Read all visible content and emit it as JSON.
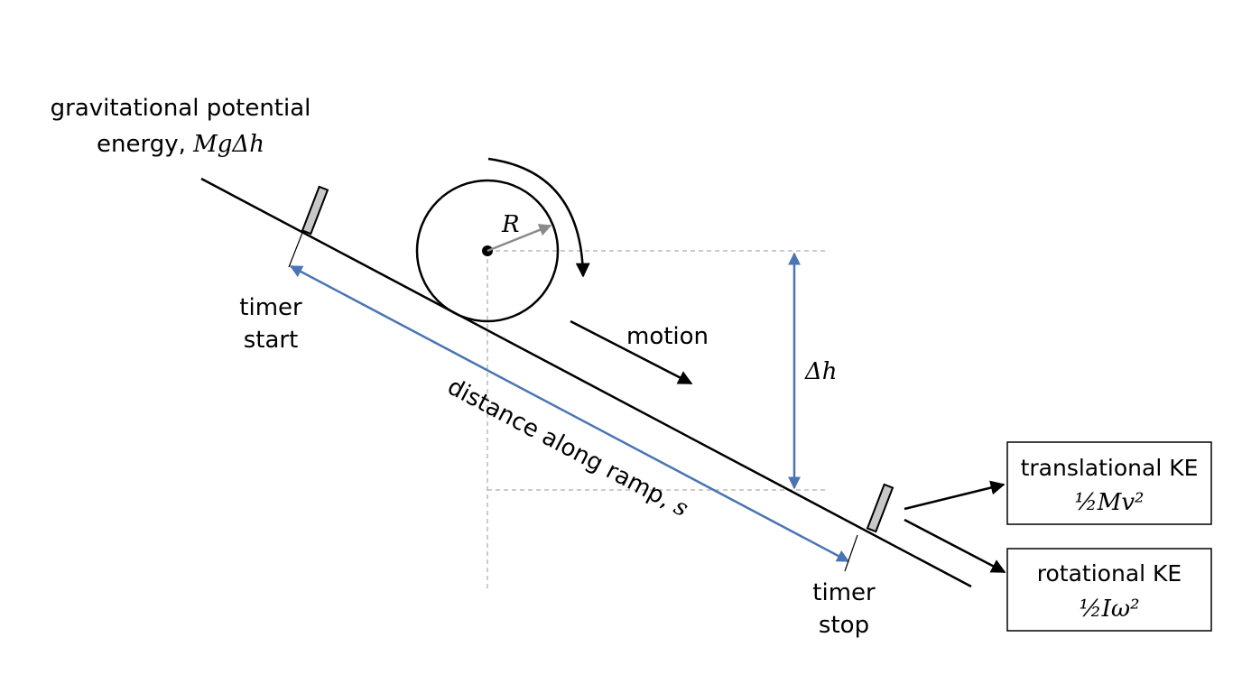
{
  "labels": {
    "gpe_line1": "gravitational potential",
    "gpe_line2_prefix": "energy, ",
    "gpe_line2_math": "MgΔh",
    "radius": "R",
    "motion": "motion",
    "delta_h": "Δh",
    "timer_start_line1": "timer",
    "timer_start_line2": "start",
    "timer_stop_line1": "timer",
    "timer_stop_line2": "stop",
    "distance_prefix": "distance along ramp, ",
    "distance_math": "s"
  },
  "boxes": {
    "translational_title": "translational KE",
    "translational_formula": "½Mv²",
    "rotational_title": "rotational KE",
    "rotational_formula": "½Iω²"
  },
  "colors": {
    "ramp": "#000000",
    "measure_arrow": "#4a74b4",
    "radius_arrow": "#8a8a8a",
    "guide_line": "#999999",
    "gate_fill": "#c8c8c8"
  }
}
